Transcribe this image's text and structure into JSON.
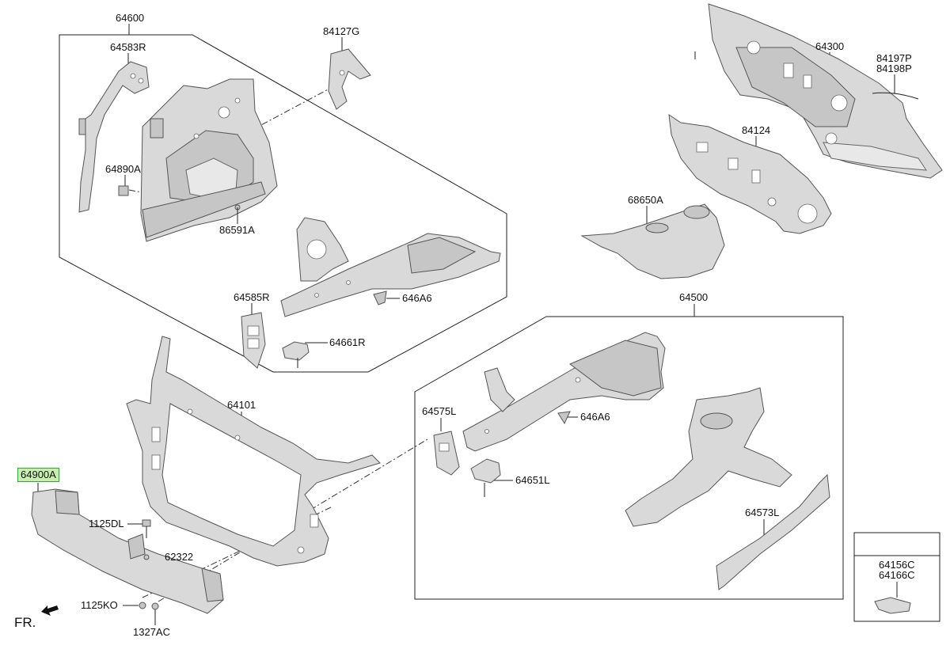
{
  "labels": {
    "p64600": "64600",
    "p64583R": "64583R",
    "p84127G": "84127G",
    "p64890A": "64890A",
    "p86591A": "86591A",
    "p64585R": "64585R",
    "p646A6_top": "646A6",
    "p64661R": "64661R",
    "p64300": "64300",
    "p84197P": "84197P",
    "p84198P": "84198P",
    "p84124": "84124",
    "p68650A": "68650A",
    "p64500": "64500",
    "p64101": "64101",
    "p64575L": "64575L",
    "p646A6_bottom": "646A6",
    "p64651L": "64651L",
    "p64573L": "64573L",
    "p64900A": "64900A",
    "p1125DL": "1125DL",
    "p62322": "62322",
    "p1125KO": "1125KO",
    "p1327AC": "1327AC",
    "p64156C": "64156C",
    "p64166C": "64166C"
  },
  "direction_label": "FR.",
  "highlight_color": "#c8efb0"
}
